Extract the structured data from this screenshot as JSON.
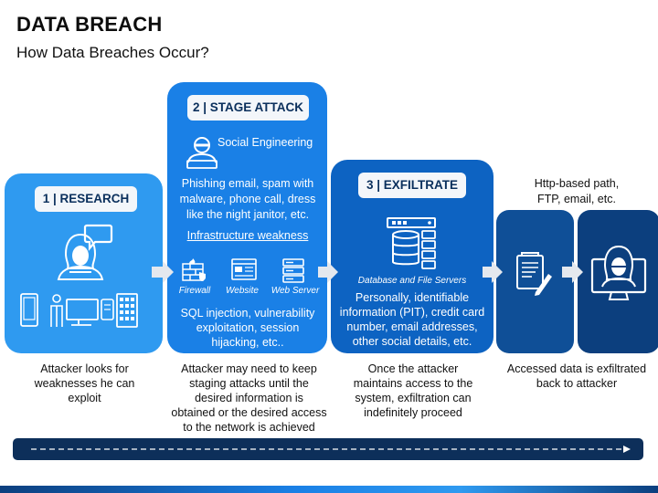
{
  "header": {
    "title": "DATA BREACH",
    "subtitle": "How Data Breaches Occur?"
  },
  "steps": [
    {
      "badge": "1 | RESEARCH",
      "caption": [
        "Attacker looks for",
        "weaknesses he can",
        "exploit"
      ]
    },
    {
      "badge": "2 | STAGE ATTACK",
      "social": "Social Engineering",
      "phishing": [
        "Phishing email, spam with",
        "malware, phone call, dress",
        "like the night janitor, etc."
      ],
      "infra_heading": "Infrastructure weakness",
      "infra_items": [
        "Firewall",
        "Website",
        "Web Server"
      ],
      "sql": [
        "SQL injection, vulnerability",
        "exploitation, session",
        "hijacking, etc.."
      ],
      "caption": [
        "Attacker may need to keep",
        "staging attacks until the",
        "desired information is",
        "obtained or the desired access",
        "to the network is achieved"
      ]
    },
    {
      "badge": "3 | EXFILTRATE",
      "db_label": "Database and File Servers",
      "pii": [
        "Personally, identifiable",
        "information (PIT), credit card",
        "number, email addresses,",
        "other social details, etc."
      ],
      "caption": [
        "Once the attacker",
        "maintains access to the",
        "system, exfiltration can",
        "indefinitely proceed"
      ]
    },
    {
      "top_note": [
        "Http-based path,",
        "FTP, email, etc."
      ],
      "caption": [
        "Accessed data is exfiltrated",
        "back to attacker"
      ]
    }
  ],
  "colors": {
    "card1": "#2f9af0",
    "card2": "#1a80e6",
    "card3": "#0d63c2",
    "card4": "#0f4f97",
    "card5": "#0c3f7e",
    "timeline": "#0d2f5a",
    "arrow": "#e4e8ee"
  },
  "icons": [
    "hacker-icon",
    "speech-bubble-icon",
    "devices-icon",
    "phishing-hacker-icon",
    "firewall-icon",
    "website-icon",
    "web-server-icon",
    "database-server-icon",
    "document-pen-icon",
    "hooded-hacker-monitor-icon"
  ]
}
